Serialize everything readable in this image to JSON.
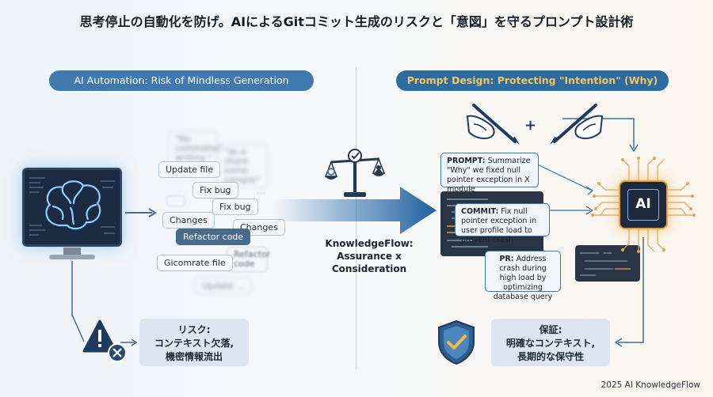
{
  "title": "思考停止の自動化を防げ。AIによるGitコミット生成のリスクと「意図」を守るプロンプト設計術",
  "left_section": {
    "heading": "AI Automation: Risk of Mindless Generation",
    "chats": {
      "no_committed_writing": "\"No committed writing.\"",
      "as_a_share": "\"as a share some sample\"",
      "update_file": "Update file",
      "fix_bug_1": "Fix bug",
      "fix_bug_2": "Fix bug",
      "changes_1": "Changes",
      "refactor_code_1": "Refactor code",
      "changes_2": "Changes",
      "giccmrate_file": "Gicomrate file",
      "refactor_code_2": "Refactor code",
      "update_ellipsis": "Update ...",
      "ellipsis": "..."
    },
    "risk": {
      "title": "リスク:",
      "line1": "コンテキスト欠落,",
      "line2": "機密情報流出"
    }
  },
  "center": {
    "line1": "KnowledgeFlow:",
    "line2": "Assurance x Consideration"
  },
  "right_section": {
    "heading": "Prompt Design: Protecting \"Intention\" (Why)",
    "plus": "+",
    "prompt_card": {
      "label": "PROMPT:",
      "text": "Summarize \"Why\" we fixed null pointer exception in X module"
    },
    "commit_card": {
      "label": "COMMIT:",
      "text": "Fix null pointer exception in user profile load to prevent crash"
    },
    "pr_card": {
      "label": "PR:",
      "text": "Address crash during high load by optimizing database query"
    },
    "ai_chip": "AI",
    "guarantee": {
      "title": "保証:",
      "line1": "明確なコンテキスト,",
      "line2": "長期的な保守性"
    }
  },
  "footer": "2025 AI KnowledgeFlow",
  "colors": {
    "pill_left": "#3f79ad",
    "pill_right": "#2d6c9f",
    "pill_right_text": "#f6c45e",
    "accent_orange": "#e9a23b",
    "chip_bg": "#1e2a3c"
  },
  "icons": [
    "brain-icon",
    "warning-icon",
    "close-icon",
    "scale-icon",
    "hand-pen-icon",
    "shield-check-icon",
    "ai-chip-icon"
  ]
}
